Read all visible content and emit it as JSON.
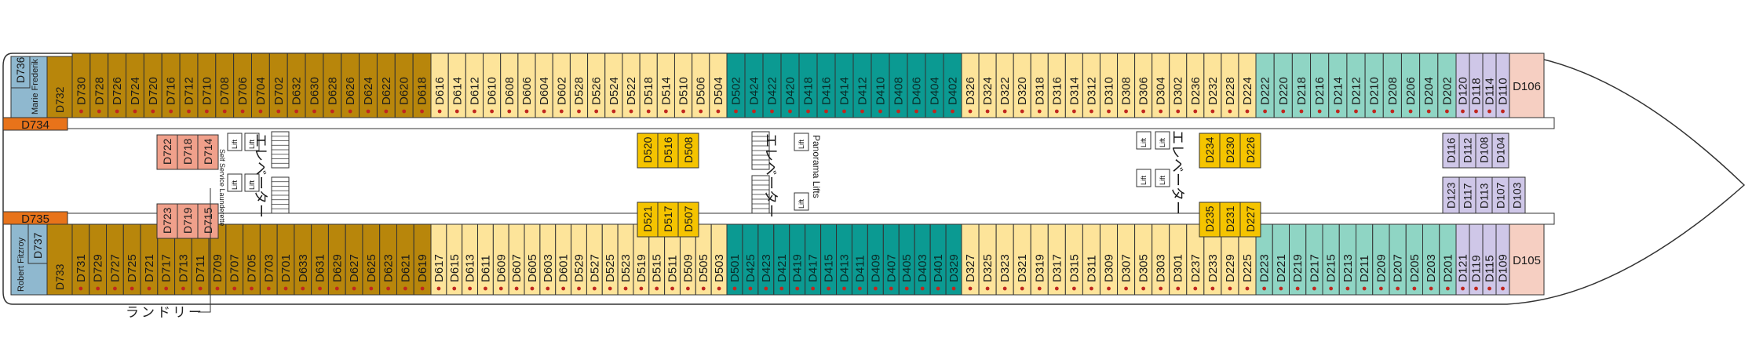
{
  "colors": {
    "gold": "#b8860b",
    "cream": "#fde49a",
    "teal": "#0b9a92",
    "mint": "#8fd5c4",
    "lavender": "#cfc7e8",
    "pink": "#f6cfc2",
    "salmon": "#f0a08b",
    "yellow": "#f5c400",
    "orange": "#e8731a",
    "steel": "#8fb8cf",
    "stroke": "#333333",
    "dot": "#c0271f"
  },
  "top_row": {
    "gold": [
      "D730",
      "D728",
      "D726",
      "D724",
      "D720",
      "D716",
      "D712",
      "D710",
      "D708",
      "D706",
      "D704",
      "D702",
      "D632",
      "D630",
      "D628",
      "D626",
      "D624",
      "D622",
      "D620",
      "D618"
    ],
    "cream": [
      "D616",
      "D614",
      "D612",
      "D610",
      "D608",
      "D606",
      "D604",
      "D602",
      "D528",
      "D526",
      "D524",
      "D522",
      "D518",
      "D514",
      "D510",
      "D506",
      "D504"
    ],
    "teal": [
      "D502",
      "D424",
      "D422",
      "D420",
      "D418",
      "D416",
      "D414",
      "D412",
      "D410",
      "D408",
      "D406",
      "D404",
      "D402"
    ],
    "cream2": [
      "D326",
      "D324",
      "D322",
      "D320",
      "D318",
      "D316",
      "D314",
      "D312",
      "D310",
      "D308",
      "D306",
      "D304",
      "D302",
      "D236",
      "D232",
      "D228",
      "D224"
    ],
    "mint": [
      "D222",
      "D220",
      "D218",
      "D216",
      "D214",
      "D212",
      "D210",
      "D208",
      "D206",
      "D204",
      "D202"
    ],
    "lavender": [
      "D120",
      "D118",
      "D114",
      "D110"
    ],
    "pink_end": "D106"
  },
  "bottom_row": {
    "gold": [
      "D731",
      "D729",
      "D727",
      "D725",
      "D721",
      "D717",
      "D713",
      "D711",
      "D709",
      "D707",
      "D705",
      "D703",
      "D701",
      "D633",
      "D631",
      "D629",
      "D627",
      "D625",
      "D623",
      "D621",
      "D619"
    ],
    "cream": [
      "D617",
      "D615",
      "D613",
      "D611",
      "D609",
      "D607",
      "D605",
      "D603",
      "D601",
      "D529",
      "D527",
      "D525",
      "D523",
      "D519",
      "D515",
      "D511",
      "D509",
      "D505",
      "D503"
    ],
    "teal": [
      "D501",
      "D425",
      "D423",
      "D421",
      "D419",
      "D417",
      "D415",
      "D413",
      "D411",
      "D409",
      "D407",
      "D405",
      "D403",
      "D401",
      "D329"
    ],
    "cream2": [
      "D327",
      "D325",
      "D323",
      "D321",
      "D319",
      "D317",
      "D315",
      "D311",
      "D309",
      "D307",
      "D305",
      "D303",
      "D301",
      "D237",
      "D233",
      "D229",
      "D225"
    ],
    "mint": [
      "D223",
      "D221",
      "D219",
      "D217",
      "D215",
      "D213",
      "D211",
      "D209",
      "D207",
      "D205",
      "D203",
      "D201"
    ],
    "lavender": [
      "D121",
      "D119",
      "D115",
      "D109"
    ],
    "pink_end": "D105"
  },
  "aft": {
    "top_cabin": "D736",
    "top_name": "Marie Frederik",
    "top_bottom_cabin": "D732",
    "orange_top": "D734",
    "orange_bottom": "D735",
    "bottom_name": "Robert Fitzroy",
    "bottom_top_cabin": "D737",
    "bottom_cabin": "D733"
  },
  "interior": {
    "salmon_left": [
      "D722",
      "D718",
      "D714",
      "D723",
      "D719",
      "D715"
    ],
    "yellow_mid": [
      "D520",
      "D516",
      "D508",
      "D521",
      "D517",
      "D507"
    ],
    "yellow_right": [
      "D234",
      "D230",
      "D226",
      "D235",
      "D231",
      "D227"
    ],
    "lavender_fwd": [
      "D116",
      "D112",
      "D108",
      "D104",
      "D123",
      "D117",
      "D113",
      "D107",
      "D103"
    ],
    "lift_label": "Lift",
    "panorama_label": "Panorama Lifts",
    "launderette_label": "Self Service Launderette",
    "elevator_label": "エレベーター"
  },
  "callout_label": "ランドリー"
}
